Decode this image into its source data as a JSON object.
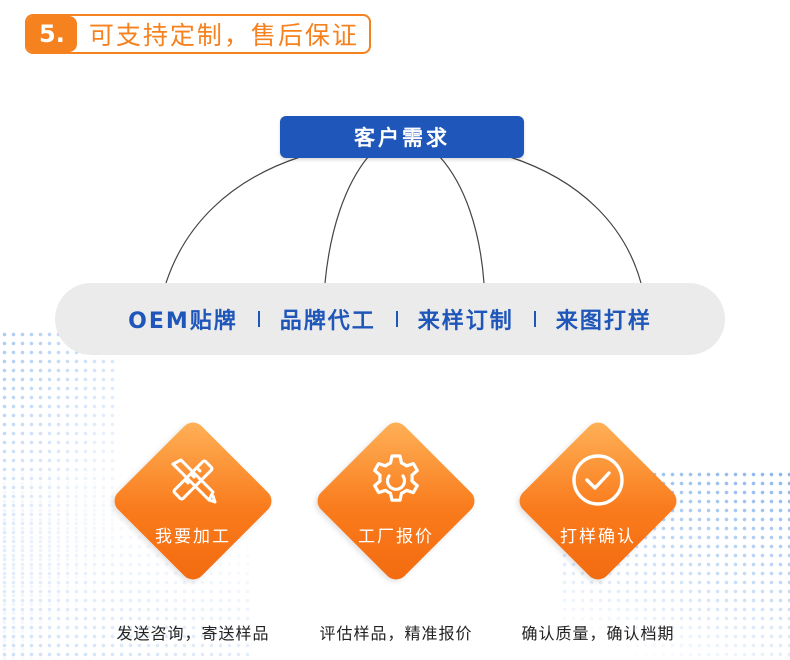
{
  "heading": {
    "number": "5.",
    "title": "可支持定制，售后保证"
  },
  "root": {
    "label": "客户需求"
  },
  "services": [
    {
      "label": "OEM贴牌"
    },
    {
      "label": "品牌代工"
    },
    {
      "label": "来样订制"
    },
    {
      "label": "来图打样"
    }
  ],
  "steps": [
    {
      "label": "我要加工",
      "icon": "ruler-pencil-icon",
      "description": "发送咨询，寄送样品"
    },
    {
      "label": "工厂报价",
      "icon": "gear-icon",
      "description": "评估样品，精准报价"
    },
    {
      "label": "打样确认",
      "icon": "check-circle-icon",
      "description": "确认质量，确认档期"
    }
  ],
  "colors": {
    "accent_orange": "#f5821f",
    "brand_blue": "#1f56b9",
    "bar_gray": "#ebebeb"
  }
}
